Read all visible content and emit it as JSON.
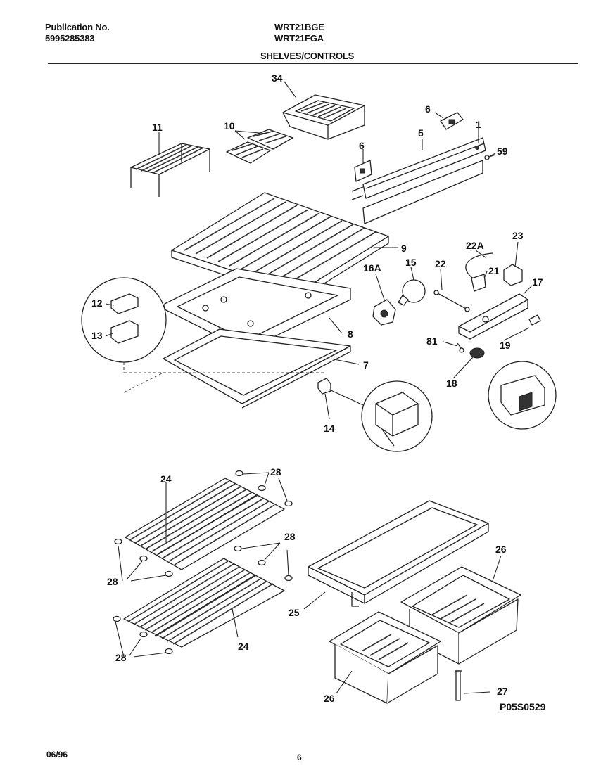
{
  "header": {
    "publication_label": "Publication No.",
    "publication_number": "5995285383",
    "model_1": "WRT21BGE",
    "model_2": "WRT21FGA",
    "section_title": "SHELVES/CONTROLS"
  },
  "callouts": {
    "c34": "34",
    "c11": "11",
    "c10": "10",
    "c6a": "6",
    "c6b": "6",
    "c5": "5",
    "c1": "1",
    "c59": "59",
    "c9": "9",
    "c22a": "22A",
    "c23": "23",
    "c16a": "16A",
    "c15": "15",
    "c22": "22",
    "c21": "21",
    "c17": "17",
    "c12": "12",
    "c13": "13",
    "c8": "8",
    "c81": "81",
    "c19": "19",
    "c7": "7",
    "c18": "18",
    "c14": "14",
    "c28a": "28",
    "c24a": "24",
    "c28b": "28",
    "c28c": "28",
    "c26a": "26",
    "c25": "25",
    "c24b": "24",
    "c28d": "28",
    "c27": "27",
    "c26b": "26"
  },
  "diagram_code": "P05S0529",
  "footer": {
    "date": "06/96",
    "page": "6"
  }
}
